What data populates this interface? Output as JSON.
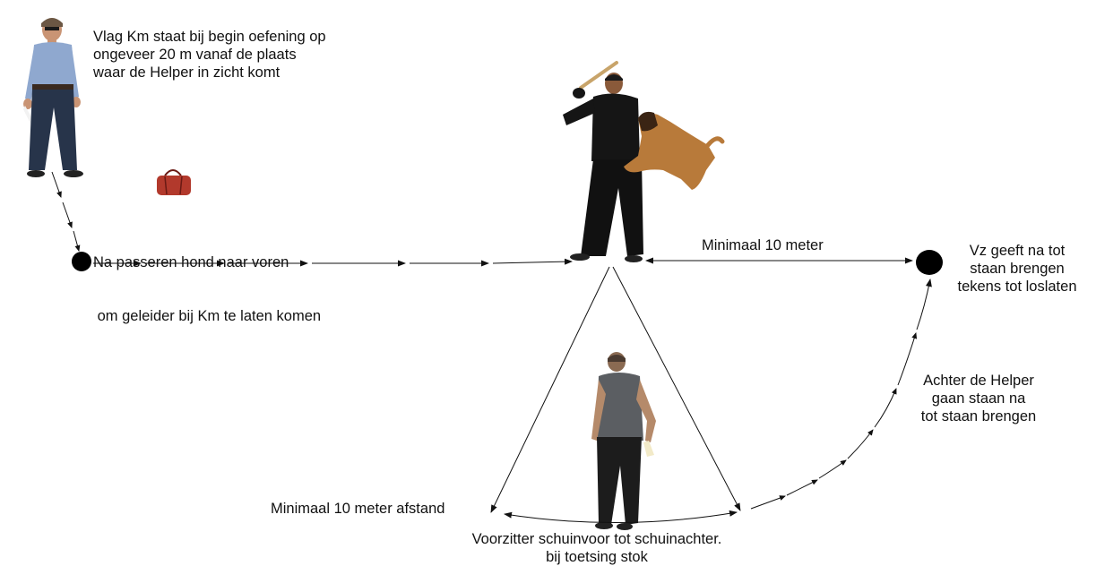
{
  "annotations": {
    "flag_note": [
      "Vlag Km staat bij begin oefening op",
      "ongeveer 20 m vanaf de plaats",
      "waar de Helper in zicht komt"
    ],
    "pass_note": [
      "Na passeren hond naar voren",
      " om geleider bij Km te laten komen"
    ],
    "distance_right": "Minimaal 10 meter",
    "judge_note": [
      "Vz geeft na tot",
      "staan brengen",
      "tekens tot loslaten"
    ],
    "behind_helper_note": [
      "Achter de Helper",
      "gaan staan na",
      "tot staan brengen"
    ],
    "distance_bottom": "Minimaal 10 meter afstand",
    "judge_position_note": [
      "Voorzitter schuinvoor tot schuinachter.",
      "bij toetsing stok"
    ]
  },
  "colors": {
    "line": "#111111",
    "background": "#ffffff"
  }
}
